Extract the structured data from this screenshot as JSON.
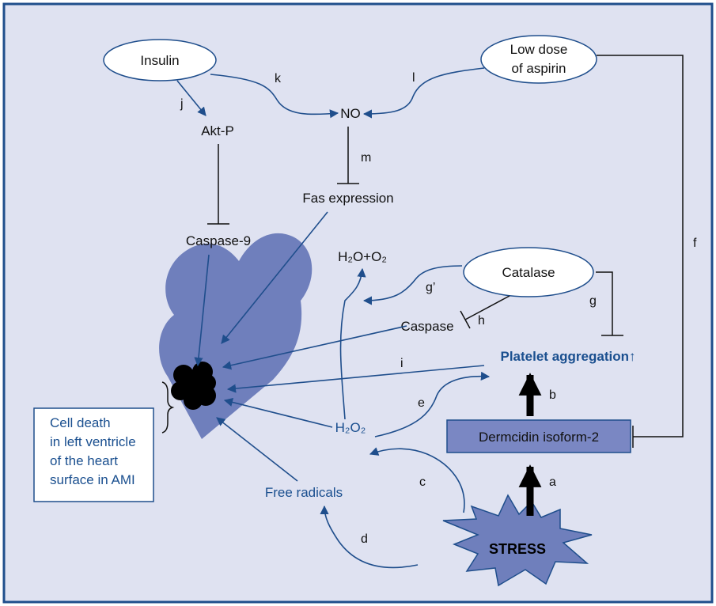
{
  "colors": {
    "frame_border": "#1f4e8c",
    "background": "#dfe2f1",
    "heart": "#6f7fbc",
    "arrow_blue": "#1f4e8c",
    "text_blue": "#1a4f8f",
    "box_fill": "#7a87c3"
  },
  "nodes": {
    "insulin": "Insulin",
    "aspirin_line1": "Low dose",
    "aspirin_line2": "of aspirin",
    "no": "NO",
    "akt_p": "Akt-P",
    "fas": "Fas expression",
    "caspase9": "Caspase-9",
    "h2o_o2": "H₂O+O₂",
    "catalase": "Catalase",
    "caspase": "Caspase",
    "platelet": "Platelet aggregation↑",
    "dermcidin": "Dermcidin isoform-2",
    "h2o2": "H₂O₂",
    "free_radicals": "Free radicals",
    "stress": "STRESS"
  },
  "edge_labels": {
    "a": "a",
    "b": "b",
    "c": "c",
    "d": "d",
    "e": "e",
    "f": "f",
    "g": "g",
    "g_prime": "g’",
    "h": "h",
    "i": "i",
    "j": "j",
    "k": "k",
    "l": "l",
    "m": "m"
  },
  "callout": {
    "line1": "Cell death",
    "line2": "in left ventricle",
    "line3": "of the heart",
    "line4": "surface in AMI"
  }
}
